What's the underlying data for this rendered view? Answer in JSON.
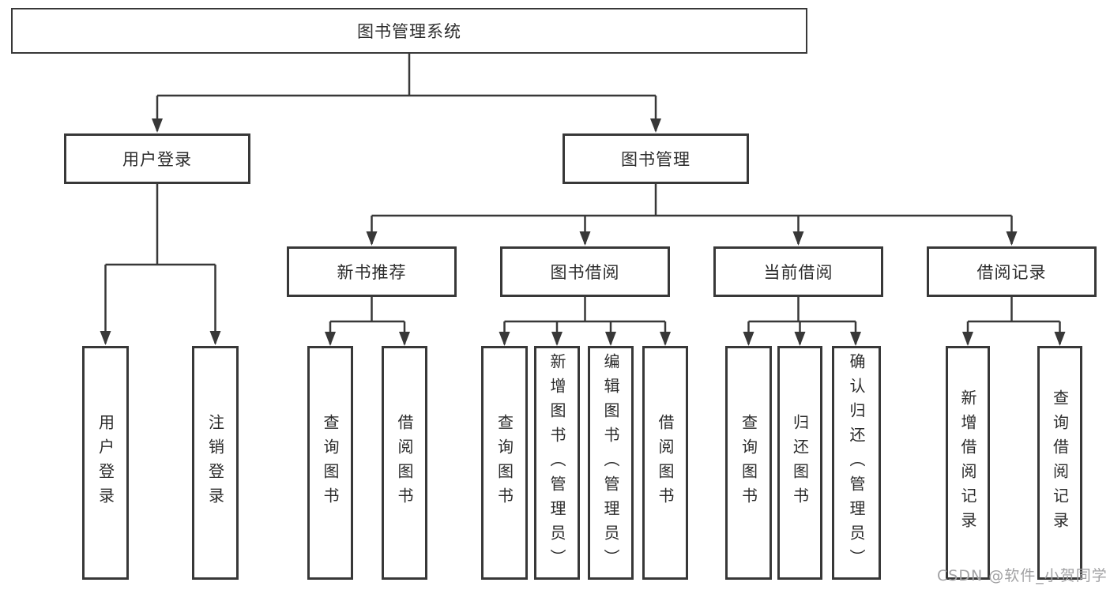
{
  "diagram": {
    "root_label": "图书管理系统",
    "user_branch": {
      "label": "用户登录",
      "children": [
        {
          "label": "用户登录"
        },
        {
          "label": "注销登录"
        }
      ]
    },
    "mgmt_branch": {
      "label": "图书管理",
      "sections": [
        {
          "label": "新书推荐",
          "children": [
            {
              "label": "查询图书"
            },
            {
              "label": "借阅图书"
            }
          ]
        },
        {
          "label": "图书借阅",
          "children": [
            {
              "label": "查询图书"
            },
            {
              "label": "新增图书（管理员）"
            },
            {
              "label": "编辑图书（管理员）"
            },
            {
              "label": "借阅图书"
            }
          ]
        },
        {
          "label": "当前借阅",
          "children": [
            {
              "label": "查询图书"
            },
            {
              "label": "归还图书"
            },
            {
              "label": "确认归还（管理员）"
            }
          ]
        },
        {
          "label": "借阅记录",
          "children": [
            {
              "label": "新增借阅记录"
            },
            {
              "label": "查询借阅记录"
            }
          ]
        }
      ]
    }
  },
  "watermark": "CSDN @软件_小贺同学",
  "colors": {
    "line": "#383838",
    "text": "#2b2b2b",
    "watermark": "#a2a2a4",
    "background": "#ffffff"
  }
}
